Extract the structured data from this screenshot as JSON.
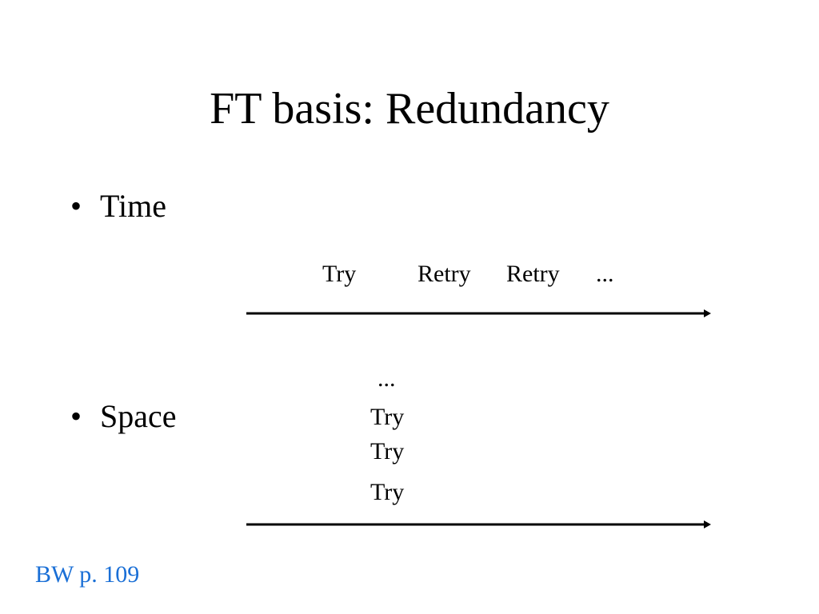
{
  "title": "FT basis: Redundancy",
  "bullets": [
    {
      "label": "Time"
    },
    {
      "label": "Space"
    }
  ],
  "time_labels": [
    "Try",
    "Retry",
    "Retry",
    "..."
  ],
  "space_labels": [
    "...",
    "Try",
    "Try",
    "Try"
  ],
  "reference": {
    "text": "BW p. 109",
    "color": "#1a6fd6"
  },
  "bullet_char": "•",
  "line_color": "#000000"
}
